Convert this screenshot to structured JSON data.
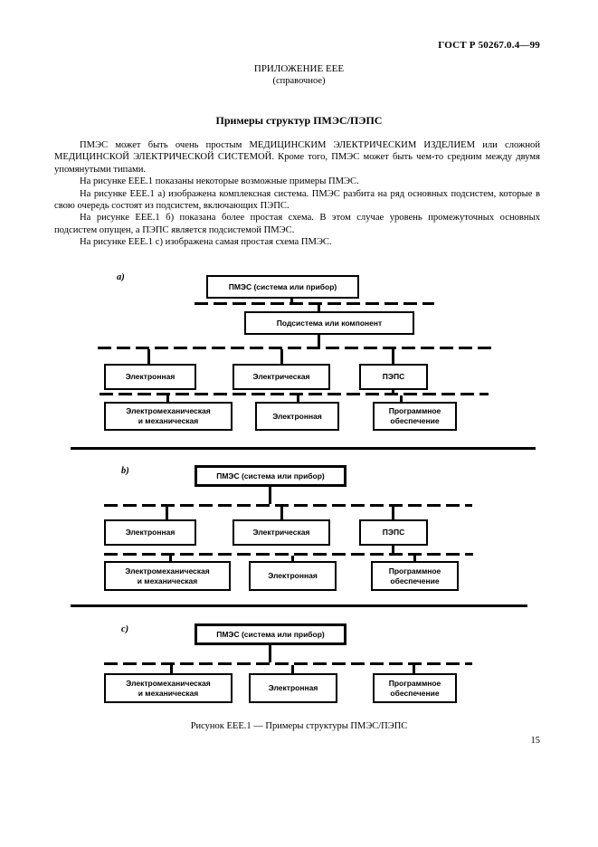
{
  "header": {
    "standard_ref": "ГОСТ Р 50267.0.4—99"
  },
  "appendix": {
    "title": "ПРИЛОЖЕНИЕ ЕЕЕ",
    "note": "(справочное)",
    "heading": "Примеры структур ПМЭС/ПЭПС"
  },
  "paragraphs": [
    "ПМЭС может быть очень простым МЕДИЦИНСКИМ ЭЛЕКТРИЧЕСКИМ ИЗДЕЛИЕМ или сложной МЕДИЦИНСКОЙ ЭЛЕКТРИЧЕСКОЙ СИСТЕМОЙ. Кроме того, ПМЭС может быть чем-то средним между двумя упомянутыми типами.",
    "На рисунке ЕЕЕ.1 показаны некоторые возможные примеры ПМЭС.",
    "На рисунке ЕЕЕ.1 а) изображена комплексная система. ПМЭС разбита на ряд основных подсистем, которые в свою очередь состоят из подсистем, включающих ПЭПС.",
    "На рисунке ЕЕЕ.1 б) показана более простая схема. В этом случае уровень промежуточных основных подсистем опущен, а ПЭПС является подсистемой ПМЭС.",
    "На рисунке ЕЕЕ.1 с) изображена самая простая схема ПМЭС."
  ],
  "diagrams": {
    "a": {
      "label": "а)",
      "root": "ПМЭС (система или прибор)",
      "sub": "Подсистема или компонент",
      "mid": [
        "Электронная",
        "Электрическая",
        "ПЭПС"
      ],
      "bottom": [
        "Электромеханическая\nи механическая",
        "Электронная",
        "Программное\nобеспечение"
      ]
    },
    "b": {
      "label": "b)",
      "root": "ПМЭС (система или прибор)",
      "mid": [
        "Электронная",
        "Электрическая",
        "ПЭПС"
      ],
      "bottom": [
        "Электромеханическая\nи механическая",
        "Электронная",
        "Программное\nобеспечение"
      ]
    },
    "c": {
      "label": "с)",
      "root": "ПМЭС (система или прибор)",
      "bottom": [
        "Электромеханическая\nи механическая",
        "Электронная",
        "Программное\nобеспечение"
      ]
    }
  },
  "figure": {
    "caption": "Рисунок ЕЕЕ.1 — Примеры структуры ПМЭС/ПЭПС"
  },
  "page": {
    "number": "15"
  },
  "colors": {
    "ink": "#000000",
    "paper": "#ffffff"
  }
}
